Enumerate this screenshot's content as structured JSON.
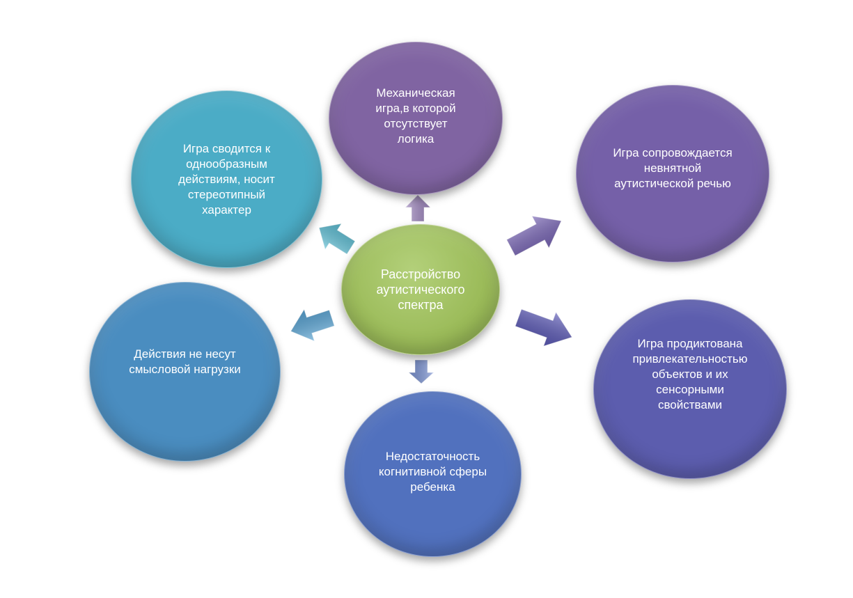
{
  "diagram": {
    "center": {
      "label": "Расстройство\nаутистического\nспектра",
      "color": "#9BBB59"
    },
    "nodes": [
      {
        "id": "top",
        "label": "Механическая\nигра,в которой\nотсутствует логика",
        "color": "#8064A2"
      },
      {
        "id": "top-left",
        "label": "Игра сводится к\nоднообразным\nдействиям, носит\nстереотипный\nхарактер",
        "color": "#4BACC6"
      },
      {
        "id": "top-right",
        "label": "Игра сопровождается\nневнятной\nаутистической речью",
        "color": "#7560A8"
      },
      {
        "id": "left",
        "label": "Действия не несут\nсмысловой нагрузки",
        "color": "#4A8DC0"
      },
      {
        "id": "bottom",
        "label": "Недостаточность\nкогнитивной сферы\nребенка",
        "color": "#5171BE"
      },
      {
        "id": "bottom-right",
        "label": "Игра продиктована\nпривлекательностью\nобъектов и их\nсенсорными\nсвойствами",
        "color": "#5C5DAE"
      }
    ],
    "arrow_colors": {
      "top": "#A48CC4",
      "top-left": "#60C0D6",
      "top-right": "#7B68B8",
      "left": "#5BA6D6",
      "bottom": "#7E96D6",
      "bottom-right": "#5D5BB8"
    }
  }
}
